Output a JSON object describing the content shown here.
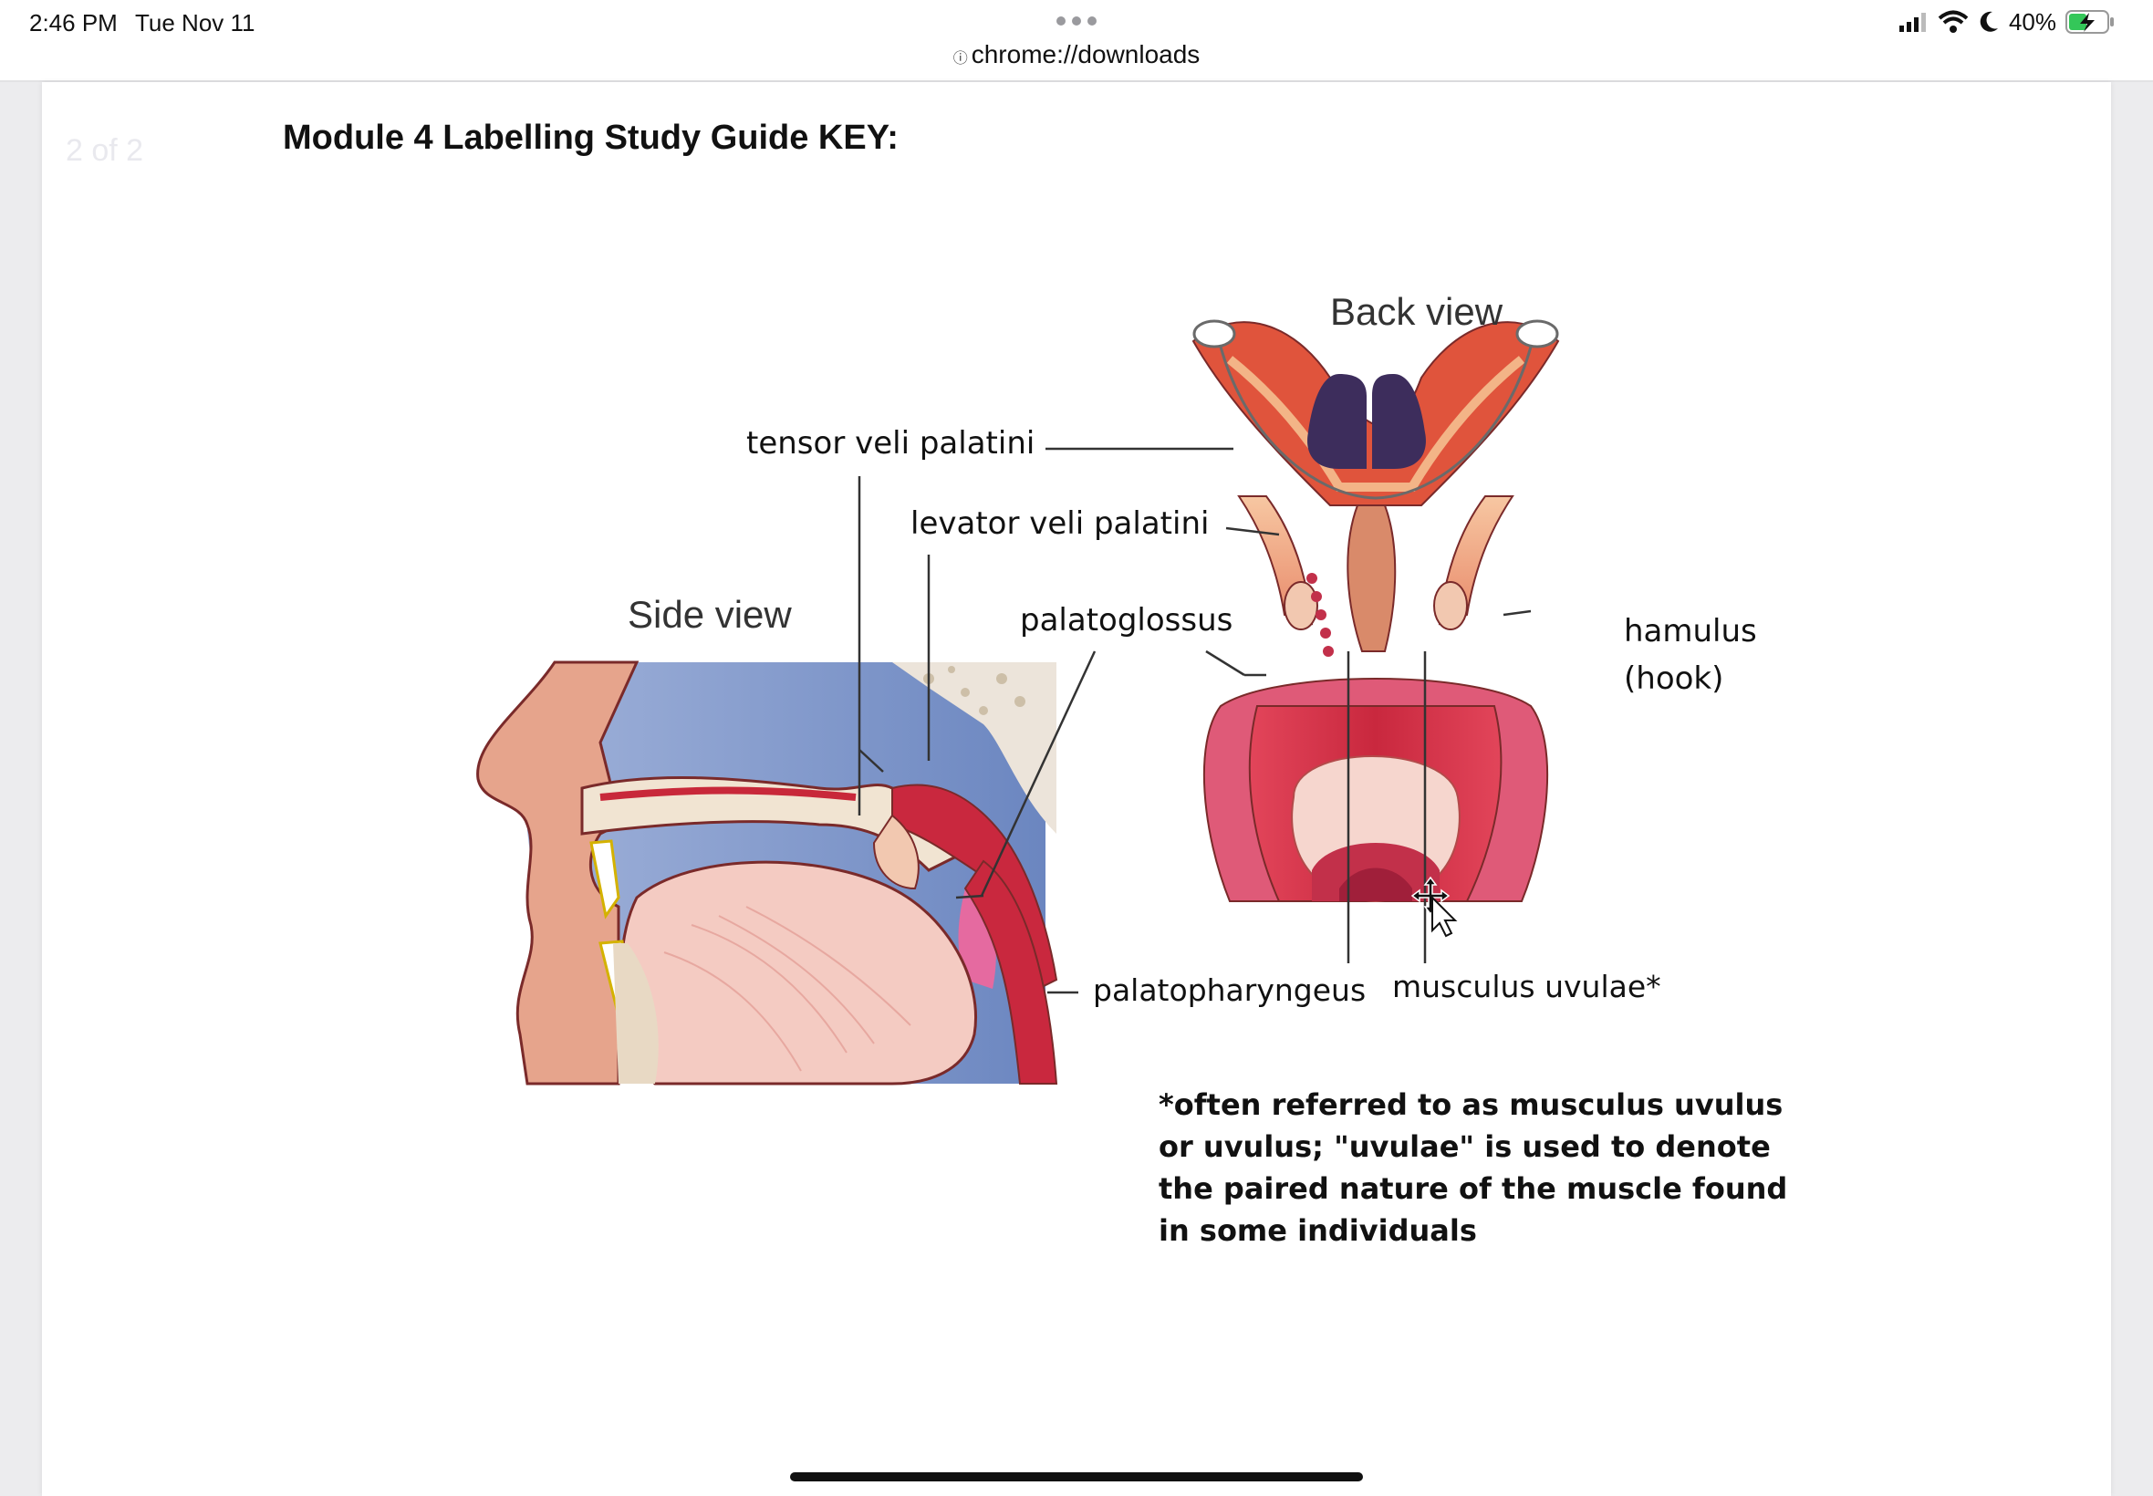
{
  "status_bar": {
    "time": "2:46 PM",
    "date": "Tue Nov 11",
    "url": "chrome://downloads",
    "battery": "40%"
  },
  "document": {
    "page_indicator": "2 of 2",
    "title": "Module 4 Labelling Study Guide KEY:",
    "figure": {
      "side_view": "Side view",
      "back_view": "Back view",
      "labels": {
        "tensor": "tensor veli palatini",
        "levator": "levator veli palatini",
        "palatoglossus": "palatoglossus",
        "hamulus_1": "hamulus",
        "hamulus_2": "(hook)",
        "palatopharyngeus": "palatopharyngeus",
        "musculus": "musculus uvulae*"
      }
    },
    "footnote": "*often referred to as musculus uvulus or uvulus; \"uvulae\" is used to denote the paired nature of the muscle found in some individuals"
  }
}
